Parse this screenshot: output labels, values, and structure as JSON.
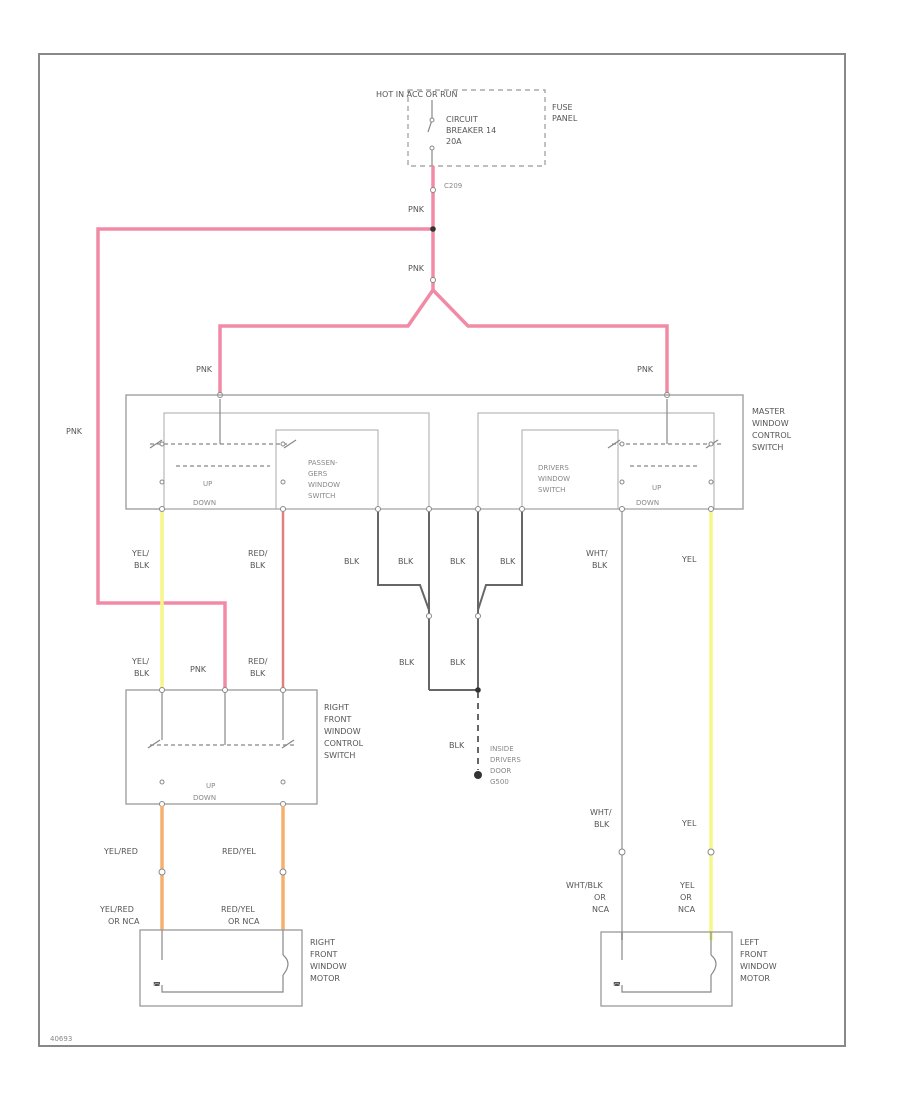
{
  "fuse_panel": {
    "hot_label": "HOT IN ACC OR RUN",
    "breaker_lines": [
      "CIRCUIT",
      "BREAKER 14",
      "20A"
    ],
    "panel_lines": [
      "FUSE",
      "PANEL"
    ]
  },
  "connectors": {
    "c209": "C209"
  },
  "wires": {
    "pnk": "PNK",
    "blk": "BLK",
    "yel": "YEL",
    "yel_blk": [
      "YEL/",
      "BLK"
    ],
    "red_blk": [
      "RED/",
      "BLK"
    ],
    "wht_blk": [
      "WHT/",
      "BLK"
    ],
    "yel_red": "YEL/RED",
    "red_yel": "RED/YEL",
    "yel_red_alt": [
      "YEL/RED",
      "OR NCA"
    ],
    "red_yel_alt": [
      "RED/YEL",
      "OR NCA"
    ],
    "wht_blk_alt": [
      "WHT/BLK",
      "OR",
      "NCA"
    ],
    "yel_alt": [
      "YEL",
      "OR",
      "NCA"
    ]
  },
  "components": {
    "master_switch": [
      "MASTER",
      "WINDOW",
      "CONTROL",
      "SWITCH"
    ],
    "passenger_switch": [
      "PASSEN-",
      "GERS",
      "WINDOW",
      "SWITCH"
    ],
    "drivers_switch": [
      "DRIVERS",
      "WINDOW",
      "SWITCH"
    ],
    "right_switch": [
      "RIGHT",
      "FRONT",
      "WINDOW",
      "CONTROL",
      "SWITCH"
    ],
    "right_motor": [
      "RIGHT",
      "FRONT",
      "WINDOW",
      "MOTOR"
    ],
    "left_motor": [
      "LEFT",
      "FRONT",
      "WINDOW",
      "MOTOR"
    ],
    "ground": [
      "INSIDE",
      "DRIVERS",
      "DOOR",
      "G500"
    ]
  },
  "switch_labels": {
    "up": "UP",
    "down": "DOWN"
  },
  "figure_id": "40693"
}
